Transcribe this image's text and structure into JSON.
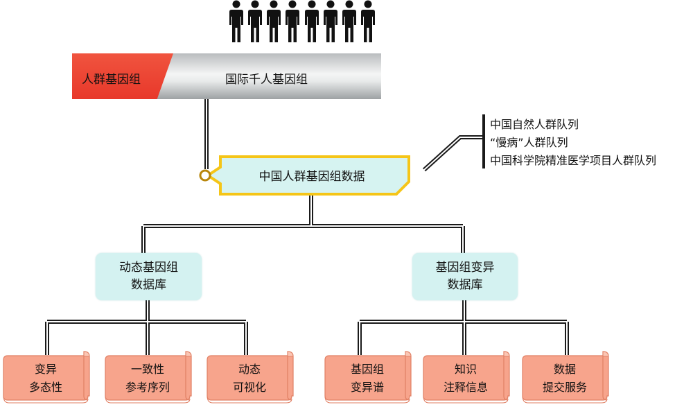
{
  "people": {
    "count": 8,
    "icon": "person-icon"
  },
  "banner": {
    "left_label": "人群基因组",
    "right_label": "国际千人基因组",
    "left_color": "#e8382a"
  },
  "central": {
    "label": "中国人群基因组数据",
    "border_color": "#f5c518",
    "fill_color": "#d6f3f1"
  },
  "cohorts": [
    "中国自然人群队列",
    "“慢病”人群队列",
    "中国科学院精准医学项目人群队列"
  ],
  "databases": [
    {
      "line1": "动态基因组",
      "line2": "数据库"
    },
    {
      "line1": "基因组变异",
      "line2": "数据库"
    }
  ],
  "leaves": [
    {
      "line1": "变异",
      "line2": "多态性"
    },
    {
      "line1": "一致性",
      "line2": "参考序列"
    },
    {
      "line1": "动态",
      "line2": "可视化"
    },
    {
      "line1": "基因组",
      "line2": "变异谱"
    },
    {
      "line1": "知识",
      "line2": "注释信息"
    },
    {
      "line1": "数据",
      "line2": "提交服务"
    }
  ],
  "colors": {
    "leaf_fill": "#f7a48c",
    "leaf_edge": "#e07f63",
    "mint": "#d4f2f1",
    "connector": "#1a1a1a"
  }
}
